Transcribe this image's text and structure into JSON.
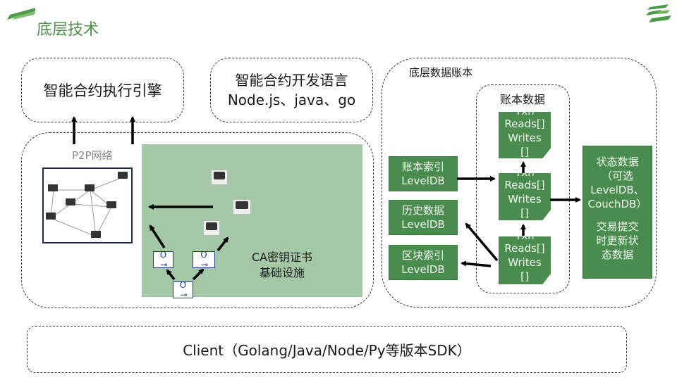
{
  "header": {
    "title": "底层技术"
  },
  "colors": {
    "accent": "#4a8c4d",
    "title": "#4e8f4a",
    "ca_panel": "#a4c8a6"
  },
  "top_boxes": {
    "engine": "智能合约执行引擎",
    "lang_line1": "智能合约开发语言",
    "lang_line2": "Node.js、java、go"
  },
  "network": {
    "p2p_label": "P2P网络",
    "ca_line1": "CA密钥证书",
    "ca_line2": "基础设施"
  },
  "ledger": {
    "title": "底层数据账本",
    "inner_title": "账本数据",
    "index_boxes": [
      {
        "line1": "账本索引",
        "line2": "LevelDB"
      },
      {
        "line1": "历史数据",
        "line2": "LevelDB"
      },
      {
        "line1": "区块索引",
        "line2": "LevelDB"
      }
    ],
    "tx_cards": [
      {
        "top": "Txn",
        "l1": "Reads[]",
        "l2": "Writes",
        "l3": "[]"
      },
      {
        "top": "Txn",
        "l1": "Reads[]",
        "l2": "Writes",
        "l3": "[]"
      },
      {
        "top": "Txn",
        "l1": "Reads[]",
        "l2": "Writes",
        "l3": "[]"
      }
    ],
    "state": {
      "l1": "状态数据",
      "l2": "（可选",
      "l3": "LevelDB、",
      "l4": "CouchDB）",
      "l5": "交易提交",
      "l6": "时更新状",
      "l7": "态数据"
    }
  },
  "client": {
    "label": "Client（Golang/Java/Node/Py等版本SDK）"
  }
}
